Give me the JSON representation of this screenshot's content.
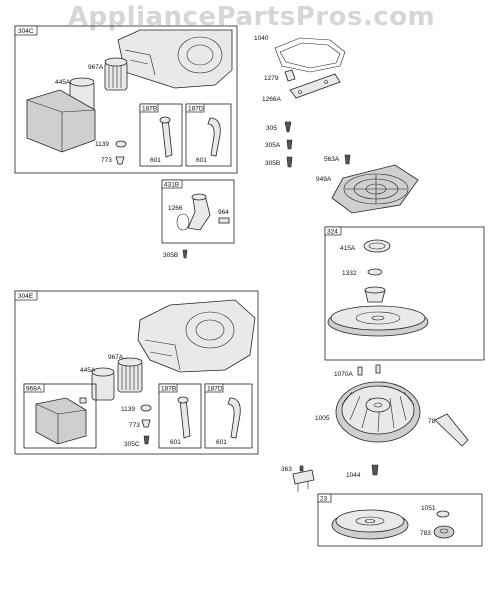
{
  "watermark": "AppliancePartsPros.com",
  "boxes": {
    "b304C": "304C",
    "b187B_top": "187B",
    "b187D_top": "187D",
    "b431B": "431B",
    "b304E": "304E",
    "b968A": "968A",
    "b187B_bot": "187B",
    "b187D_bot": "187D",
    "b324": "324",
    "b23": "23"
  },
  "labels": {
    "l967A_top": "967A",
    "l445A_top": "445A",
    "l1139_top": "1139",
    "l773_top": "773",
    "l601_a": "601",
    "l601_b": "601",
    "l1040": "1040",
    "l1279": "1279",
    "l1266A": "1266A",
    "l305": "305",
    "l305A": "305A",
    "l305B_top": "305B",
    "l563A": "563A",
    "l949A": "949A",
    "l1266": "1266",
    "l964": "964",
    "l305B_mid": "305B",
    "l415A": "415A",
    "l1332": "1332",
    "l967A_bot": "967A",
    "l445A_bot": "445A",
    "l1139_bot": "1139",
    "l773_bot": "773",
    "l305C": "305C",
    "l601_c": "601",
    "l601_d": "601",
    "l1070A": "1070A",
    "l1005": "1005",
    "l78": "78",
    "l363": "363",
    "l1044": "1044",
    "l1051": "1051",
    "l783": "783"
  }
}
